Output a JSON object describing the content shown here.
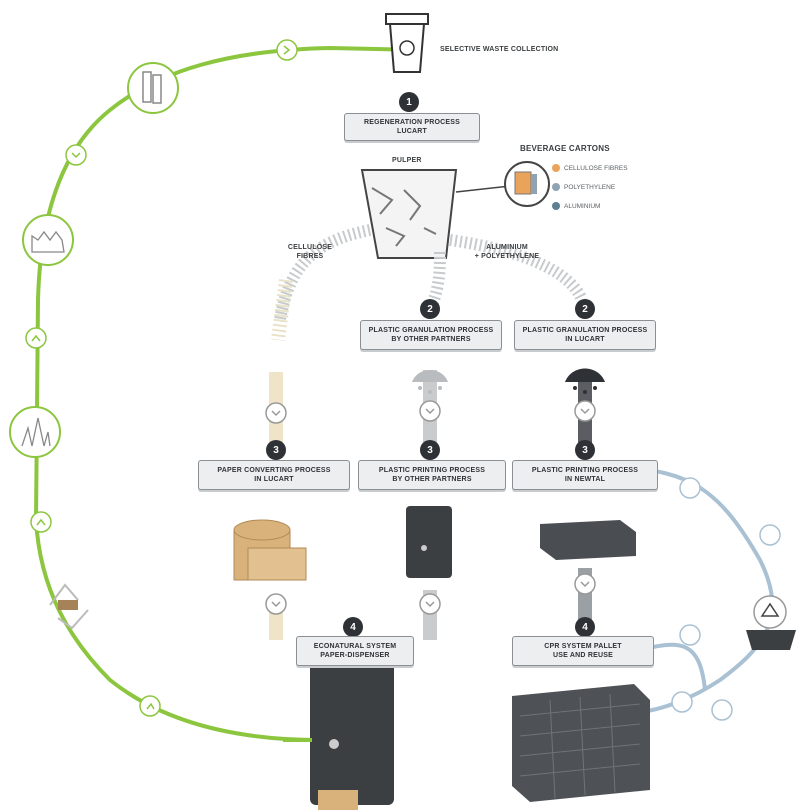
{
  "top": {
    "label": "SELECTIVE WASTE COLLECTION"
  },
  "step1": {
    "number": "1",
    "line1": "REGENERATION PROCESS",
    "line2": "LUCART"
  },
  "pulper": {
    "label": "PULPER"
  },
  "cartons": {
    "title": "BEVERAGE CARTONS",
    "items": [
      "CELLULOSE FIBRES",
      "POLYETHYLENE",
      "ALUMINIUM"
    ],
    "colors": [
      "#e9a35a",
      "#8fa3b3",
      "#5f7f93"
    ]
  },
  "flows": {
    "cellulose_line1": "CELLULOSE",
    "cellulose_line2": "FIBRES",
    "aluminium_line1": "ALUMINIUM",
    "aluminium_line2": "+ POLYETHYLENE"
  },
  "step2a": {
    "number": "2",
    "line1": "PLASTIC GRANULATION PROCESS",
    "line2": "BY OTHER PARTNERS"
  },
  "step2b": {
    "number": "2",
    "line1": "PLASTIC GRANULATION PROCESS",
    "line2": "IN LUCART"
  },
  "step3a": {
    "number": "3",
    "line1": "PAPER CONVERTING PROCESS",
    "line2": "IN LUCART"
  },
  "step3b": {
    "number": "3",
    "line1": "PLASTIC PRINTING PROCESS",
    "line2": "BY OTHER PARTNERS"
  },
  "step3c": {
    "number": "3",
    "line1": "PLASTIC PRINTING PROCESS",
    "line2": "IN NEWTAL"
  },
  "step4a": {
    "number": "4",
    "line1": "ECONATURAL SYSTEM",
    "line2": "PAPER-DISPENSER"
  },
  "step4b": {
    "number": "4",
    "line1": "CPR SYSTEM PALLET",
    "line2": "USE AND REUSE"
  },
  "colors": {
    "green_loop": "#8cc63f",
    "blue_loop": "#a9c1d3",
    "dark": "#2e3236",
    "paper": "#d8b27a",
    "grey_flow": "#c8cbcd"
  }
}
